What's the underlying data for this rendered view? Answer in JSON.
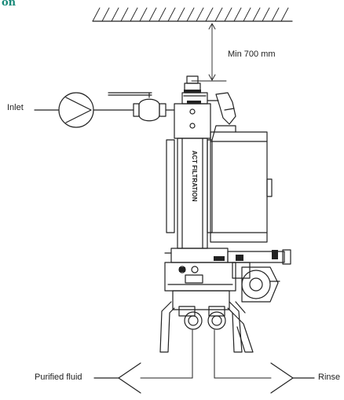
{
  "corner_text": "on",
  "labels": {
    "clearance": "Min 700 mm",
    "inlet": "Inlet",
    "purified": "Purified fluid",
    "rinse": "Rinse"
  },
  "device_text": "ACT FILTRATION",
  "colors": {
    "line": "#222222",
    "accent_text": "#1a8a7a"
  }
}
